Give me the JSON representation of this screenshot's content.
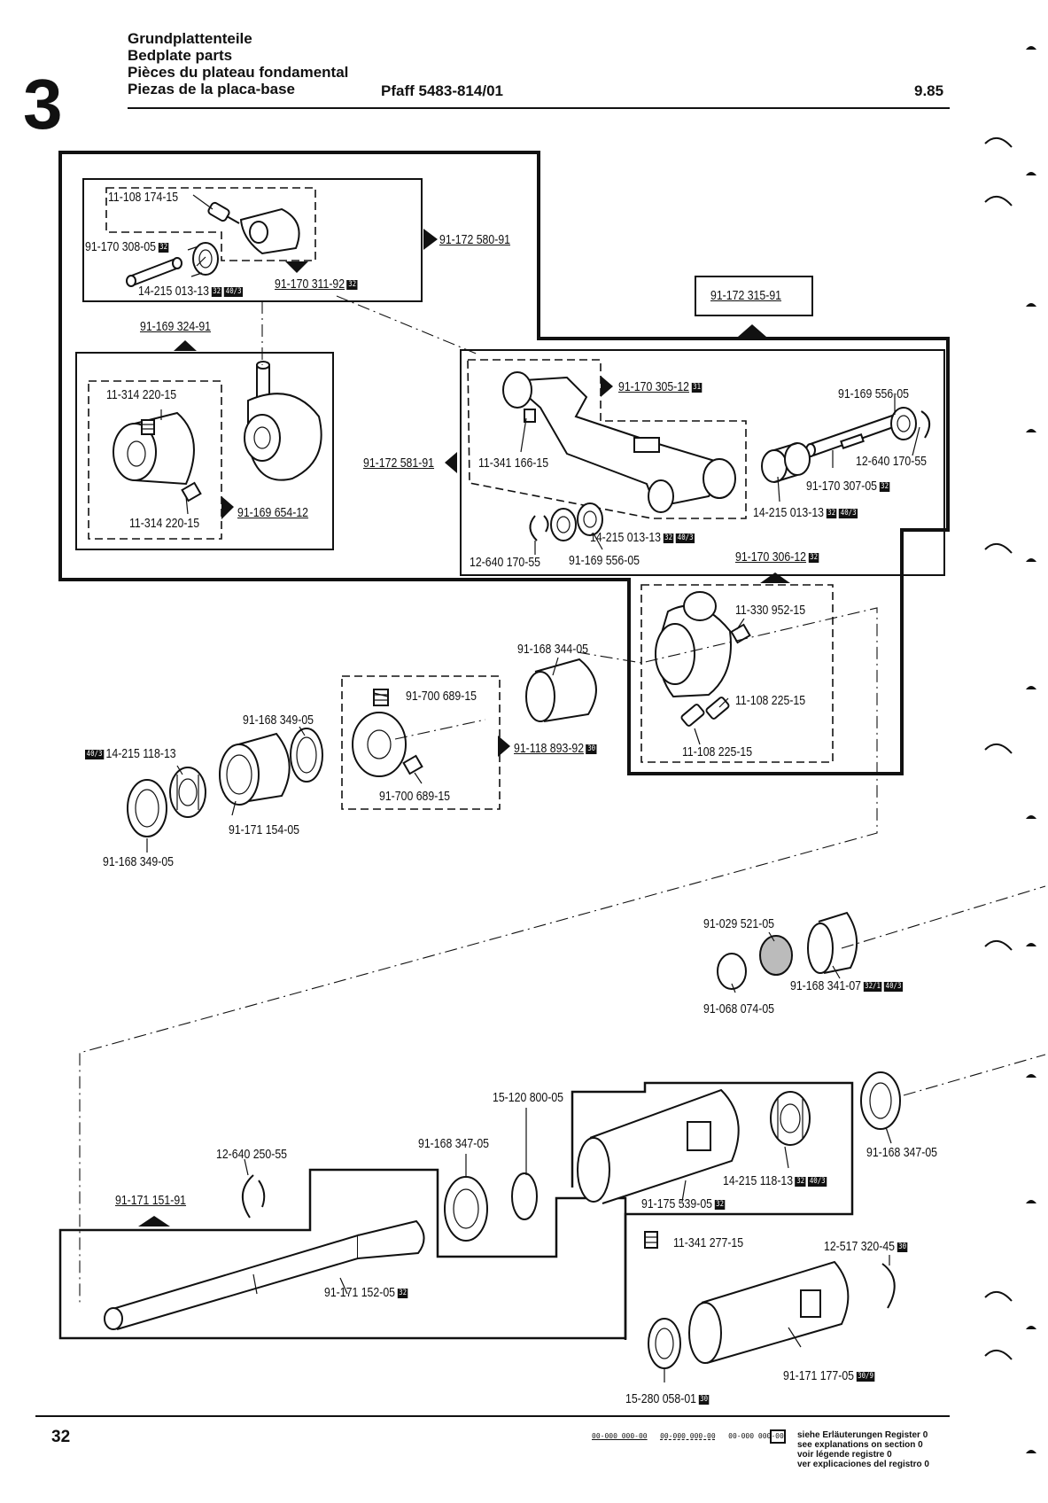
{
  "header": {
    "section_number": "3",
    "title_de": "Grundplattenteile",
    "title_en": "Bedplate parts",
    "title_fr": "Pièces du plateau fondamental",
    "title_es": "Piezas de la placa-base",
    "model": "Pfaff 5483-814/01",
    "date": "9.85"
  },
  "labels": {
    "p_11108174": "11-108 174-15",
    "p_91170308": "91-170 308-05",
    "p_14215013a": "14-215 013-13",
    "p_91170311": "91-170 311-92",
    "p_91172580": "91-172 580-91",
    "p_91172315": "91-172 315-91",
    "p_91169324": "91-169 324-91",
    "p_11314220a": "11-314 220-15",
    "p_11314220b": "11-314 220-15",
    "p_91169654": "91-169 654-12",
    "p_91172581": "91-172 581-91",
    "p_91170305": "91-170 305-12",
    "p_11341166": "11-341 166-15",
    "p_91169556a": "91-169 556-05",
    "p_12640170a": "12-640 170-55",
    "p_91170307": "91-170 307-05",
    "p_14215013b": "14-215 013-13",
    "p_14215013c": "14-215 013-13",
    "p_12640170b": "12-640 170-55",
    "p_91169556b": "91-169 556-05",
    "p_91170306": "91-170 306-12",
    "p_11330952": "11-330 952-15",
    "p_91168344": "91-168 344-05",
    "p_11108225a": "11-108 225-15",
    "p_11108225b": "11-108 225-15",
    "p_91700689a": "91-700 689-15",
    "p_91700689b": "91-700 689-15",
    "p_91118893": "91-118 893-92",
    "p_91168349a": "91-168 349-05",
    "p_14215118a": "14-215 118-13",
    "p_91171154": "91-171 154-05",
    "p_91168349b": "91-168 349-05",
    "p_91029521": "91-029 521-05",
    "p_91168341": "91-168 341-07",
    "p_91068074": "91-068 074-05",
    "p_15120800": "15-120 800-05",
    "p_91168347a": "91-168 347-05",
    "p_91168347b": "91-168 347-05",
    "p_12640250": "12-640 250-55",
    "p_91171151": "91-171 151-91",
    "p_14215118b": "14-215 118-13",
    "p_91175539": "91-175 539-05",
    "p_11341277": "11-341 277-15",
    "p_12517320": "12-517 320-45",
    "p_91171152": "91-171 152-05",
    "p_91171177": "91-171 177-05",
    "p_15280058": "15-280 058-01"
  },
  "badges": {
    "b32": "32",
    "b403": "40/3",
    "b31": "31",
    "b30": "30",
    "b321": "32/1",
    "b40": "40/3",
    "b309": "30/9"
  },
  "footer": {
    "page_number": "32",
    "code_sample_1": "00-000 000-00",
    "code_sample_2": "00-000 000-00",
    "code_sample_3": "00-000 000-00",
    "legend_de": "siehe Erläuterungen Register 0",
    "legend_en": "see explanations on section 0",
    "legend_fr": "voir légende registre 0",
    "legend_es": "ver explicaciones del registro 0"
  }
}
